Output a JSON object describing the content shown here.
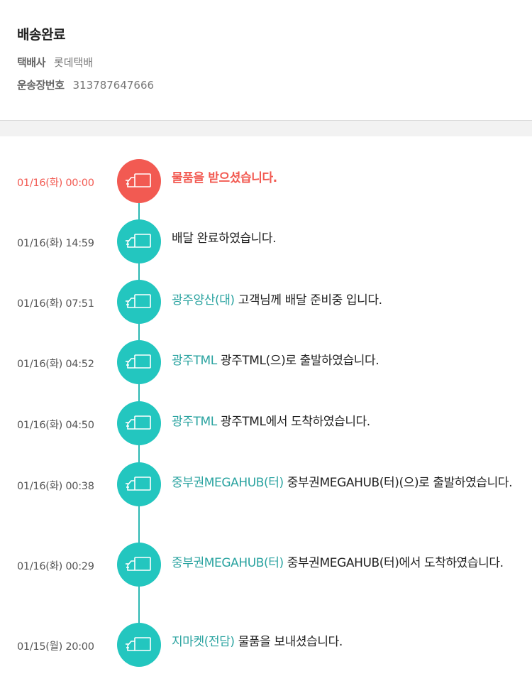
{
  "header": {
    "status": "배송완료",
    "courier_label": "택배사",
    "courier_value": "롯데택배",
    "tracking_label": "운송장번호",
    "tracking_value": "313787647666"
  },
  "colors": {
    "accent": "#23c6bf",
    "alert": "#f25a52",
    "location": "#2aa3a0"
  },
  "events": [
    {
      "time": "01/16(화) 00:00",
      "location": "",
      "message": "물품을 받으셨습니다.",
      "icon": "truck-icon"
    },
    {
      "time": "01/16(화) 14:59",
      "location": "",
      "message": "배달 완료하였습니다.",
      "icon": "truck-icon"
    },
    {
      "time": "01/16(화) 07:51",
      "location": "광주양산(대)",
      "message": "고객님께 배달 준비중 입니다.",
      "icon": "truck-icon"
    },
    {
      "time": "01/16(화) 04:52",
      "location": "광주TML",
      "message": "광주TML(으)로 출발하였습니다.",
      "icon": "truck-icon"
    },
    {
      "time": "01/16(화) 04:50",
      "location": "광주TML",
      "message": "광주TML에서 도착하였습니다.",
      "icon": "truck-icon"
    },
    {
      "time": "01/16(화) 00:38",
      "location": "중부권MEGAHUB(터)",
      "message": "중부권MEGAHUB(터)(으)로 출발하였습니다.",
      "icon": "truck-icon"
    },
    {
      "time": "01/16(화) 00:29",
      "location": "중부권MEGAHUB(터)",
      "message": "중부권MEGAHUB(터)에서 도착하였습니다.",
      "icon": "truck-icon"
    },
    {
      "time": "01/15(월) 20:00",
      "location": "지마켓(전담)",
      "message": "물품을 보내셨습니다.",
      "icon": "truck-icon"
    }
  ]
}
